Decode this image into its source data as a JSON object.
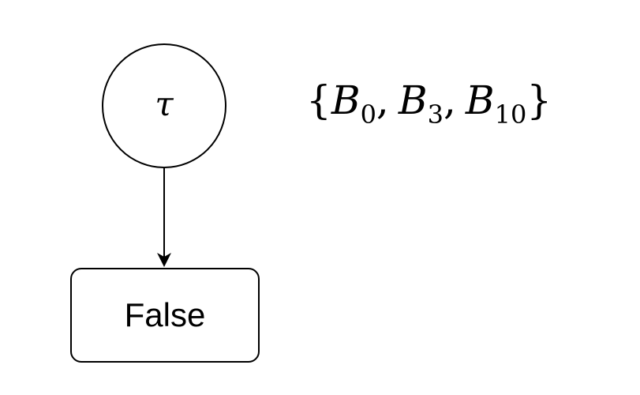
{
  "diagram": {
    "nodes": [
      {
        "id": "tau",
        "shape": "circle",
        "label": "τ"
      },
      {
        "id": "false",
        "shape": "rounded-rectangle",
        "label": "False"
      }
    ],
    "edges": [
      {
        "from": "tau",
        "to": "false",
        "arrow": "end"
      }
    ],
    "annotation": {
      "open_brace": "{",
      "close_brace": "}",
      "items": [
        {
          "symbol": "B",
          "subscript": "0"
        },
        {
          "symbol": "B",
          "subscript": "3"
        },
        {
          "symbol": "B",
          "subscript": "10"
        }
      ],
      "separator": ","
    }
  }
}
